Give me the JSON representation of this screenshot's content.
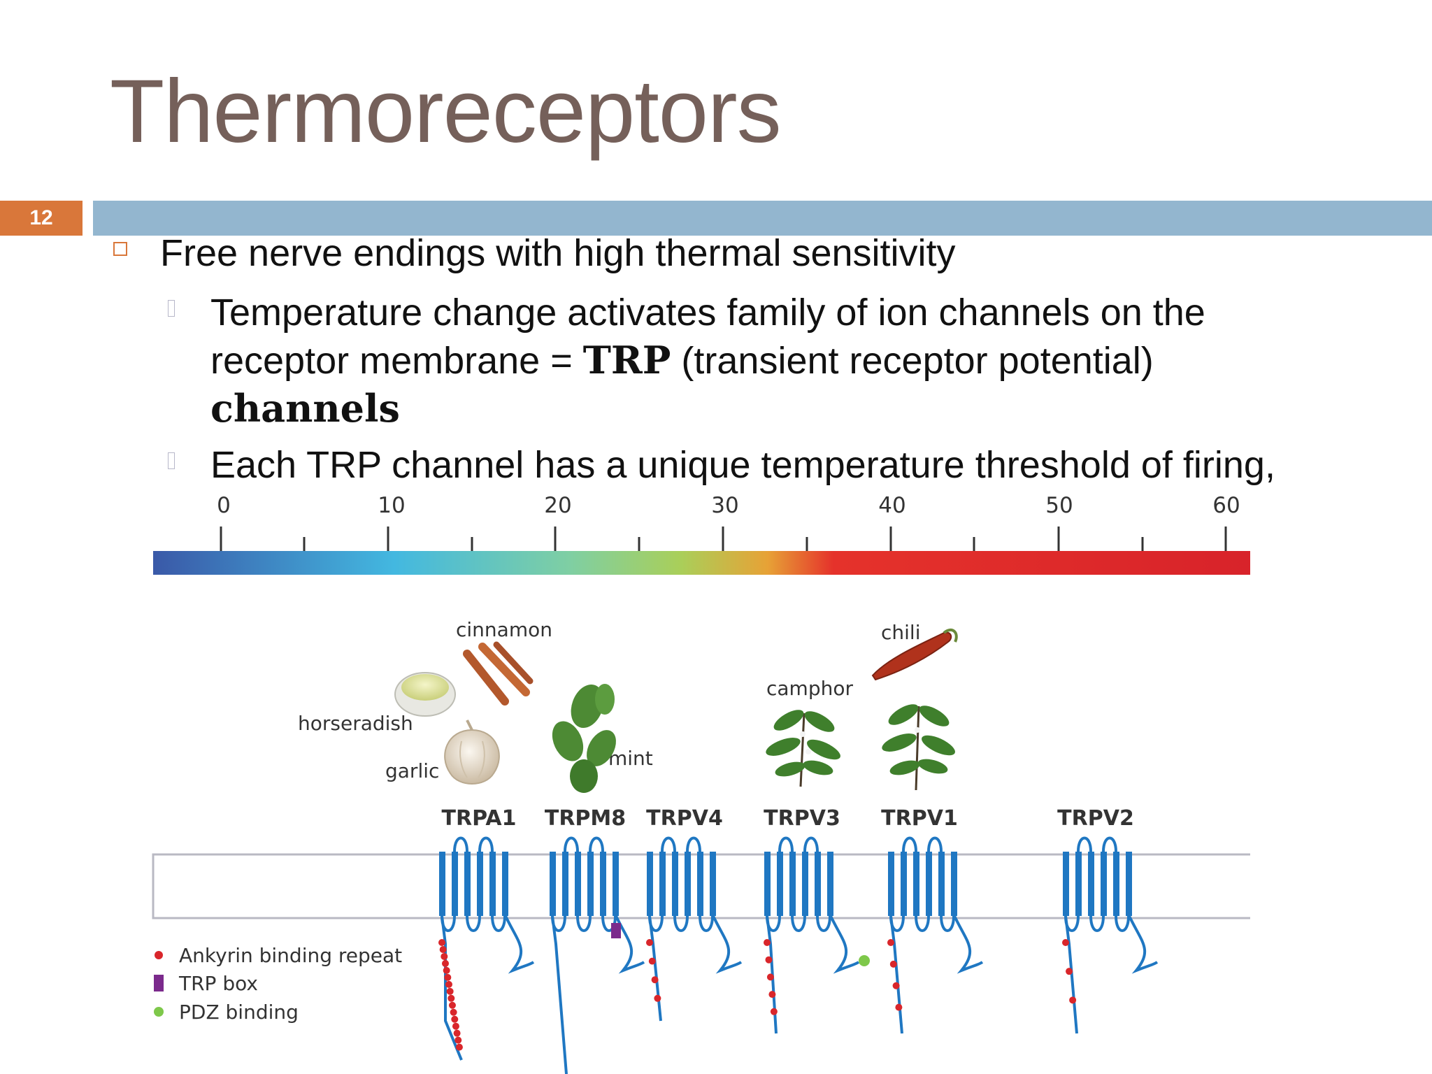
{
  "slide": {
    "title": "Thermoreceptors",
    "slide_number": "12",
    "bullet1": "Free nerve endings with high thermal sensitivity",
    "bullet2": {
      "line1": "Temperature change activates family of ion channels on the",
      "line2_prefix": "receptor membrane = ",
      "line2_bold": "TRP",
      "line2_suffix": " (transient receptor potential)",
      "line3_bold": "channels"
    },
    "bullet3": "Each TRP channel has a unique temperature threshold of firing,"
  },
  "figure": {
    "scale_ticks": [
      "0",
      "10",
      "20",
      "30",
      "40",
      "50",
      "60"
    ],
    "compounds": [
      "cinnamon",
      "horseradish",
      "garlic",
      "mint",
      "camphor",
      "chili"
    ],
    "channels": [
      "TRPA1",
      "TRPM8",
      "TRPV4",
      "TRPV3",
      "TRPV1",
      "TRPV2"
    ],
    "legend": [
      {
        "label": "Ankyrin binding repeat",
        "color": "#d9262b",
        "marker": "dot"
      },
      {
        "label": "TRP box",
        "color": "#7b2a8c",
        "marker": "square"
      },
      {
        "label": "PDZ binding",
        "color": "#7ec84a",
        "marker": "dot"
      }
    ],
    "colors": {
      "channel_blue": "#1f77c2",
      "membrane": "#b9b9c3"
    }
  }
}
